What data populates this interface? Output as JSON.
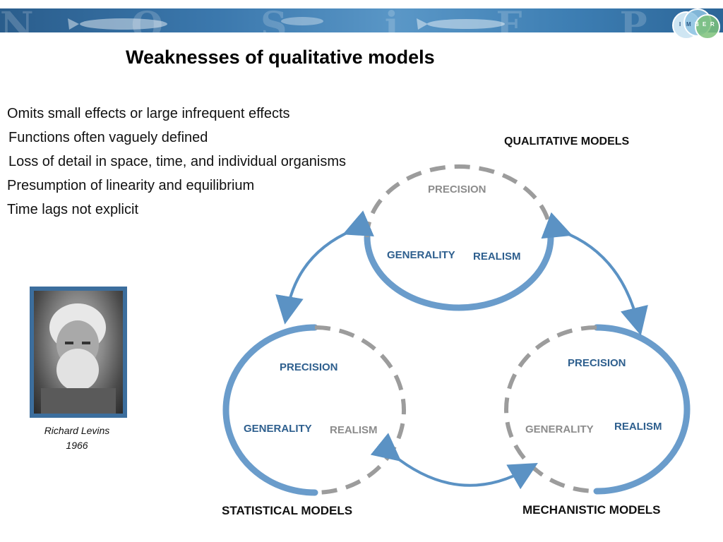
{
  "banner": {
    "letters": "N O S i F P o co",
    "logo_text": [
      "I",
      "M",
      "B",
      "E",
      "R"
    ]
  },
  "title": "Weaknesses of qualitative models",
  "bullets": [
    "Omits small effects or large infrequent effects",
    "Functions often vaguely defined",
    "Loss of detail in space, time, and individual organisms",
    "Presumption of linearity and equilibrium",
    "Time lags not explicit"
  ],
  "portrait": {
    "caption_name": "Richard Levins",
    "caption_year": "1966"
  },
  "diagram": {
    "qualitative": {
      "heading": "QUALITATIVE MODELS",
      "precision": "PRECISION",
      "generality": "GENERALITY",
      "realism": "REALISM"
    },
    "statistical": {
      "heading": "STATISTICAL MODELS",
      "precision": "PRECISION",
      "generality": "GENERALITY",
      "realism": "REALISM"
    },
    "mechanistic": {
      "heading": "MECHANISTIC MODELS",
      "precision": "PRECISION",
      "generality": "GENERALITY",
      "realism": "REALISM"
    },
    "colors": {
      "strong_arc": "#5b92c4",
      "weak_arc": "#999999",
      "strong_label": "#2e5f8e",
      "weak_label": "#8c8c8c",
      "arrow": "#5b92c4"
    }
  }
}
